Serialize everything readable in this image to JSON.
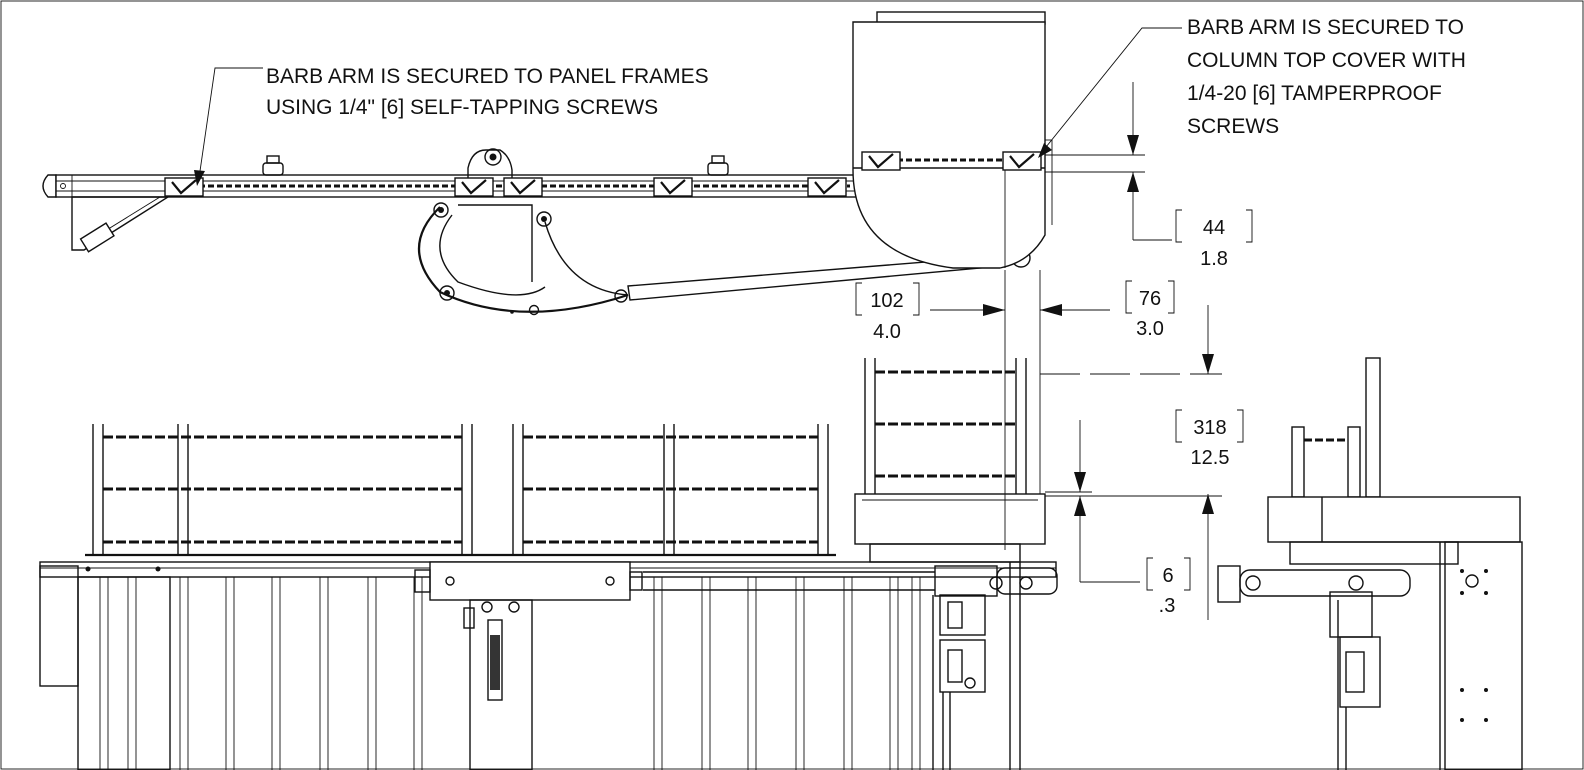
{
  "notes": {
    "panel_frames": [
      "BARB ARM IS SECURED TO PANEL FRAMES",
      "USING 1/4\" [6] SELF-TAPPING SCREWS"
    ],
    "column_cover": [
      "BARB ARM IS SECURED TO",
      "COLUMN TOP COVER WITH",
      "1/4-20 [6] TAMPERPROOF",
      "SCREWS"
    ]
  },
  "dimensions": {
    "d44": {
      "metric": "44",
      "imperial": "1.8"
    },
    "d102": {
      "metric": "102",
      "imperial": "4.0"
    },
    "d76": {
      "metric": "76",
      "imperial": "3.0"
    },
    "d318": {
      "metric": "318",
      "imperial": "12.5"
    },
    "d6": {
      "metric": "6",
      "imperial": ".3"
    }
  }
}
